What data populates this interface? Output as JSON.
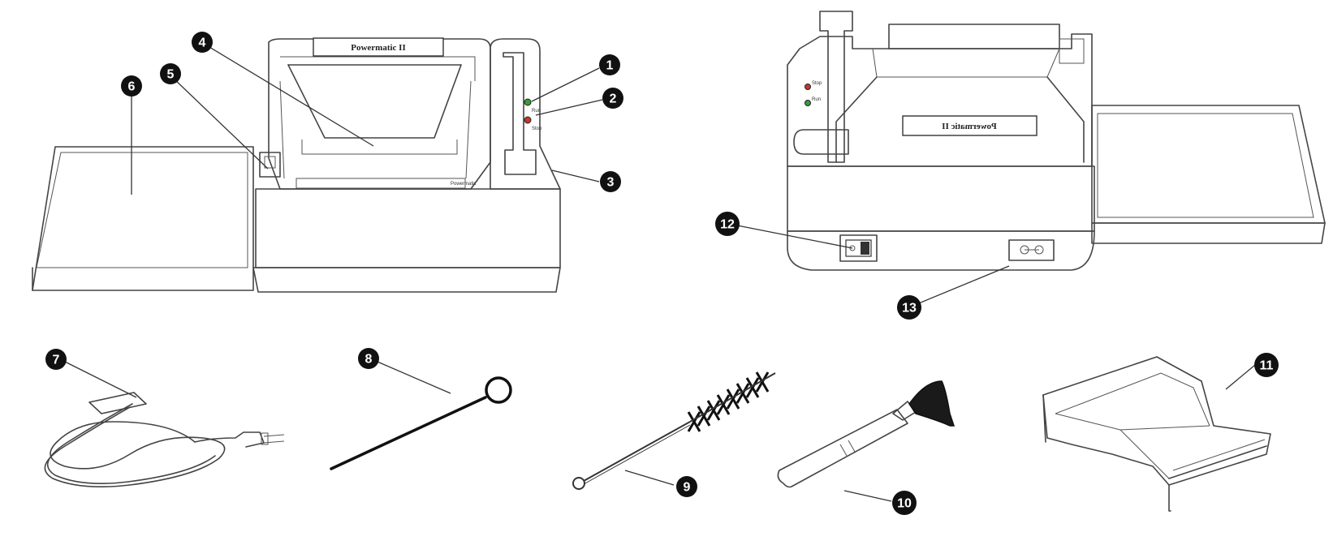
{
  "logo_text": "Powermatic II",
  "logo_text_mirrored": "Powermatic II",
  "front_indicator_labels": [
    "Stop",
    "Run"
  ],
  "rear_indicator_labels": [
    "Stop",
    "Run"
  ],
  "callouts": [
    "1",
    "2",
    "3",
    "4",
    "5",
    "6",
    "7",
    "8",
    "9",
    "10",
    "11",
    "12",
    "13"
  ],
  "colors": {
    "badge_fill": "#111111",
    "line": "#444444",
    "green_led": "#3a9a3a",
    "red_led": "#c0392b",
    "brush_head": "#1a1a1a"
  }
}
